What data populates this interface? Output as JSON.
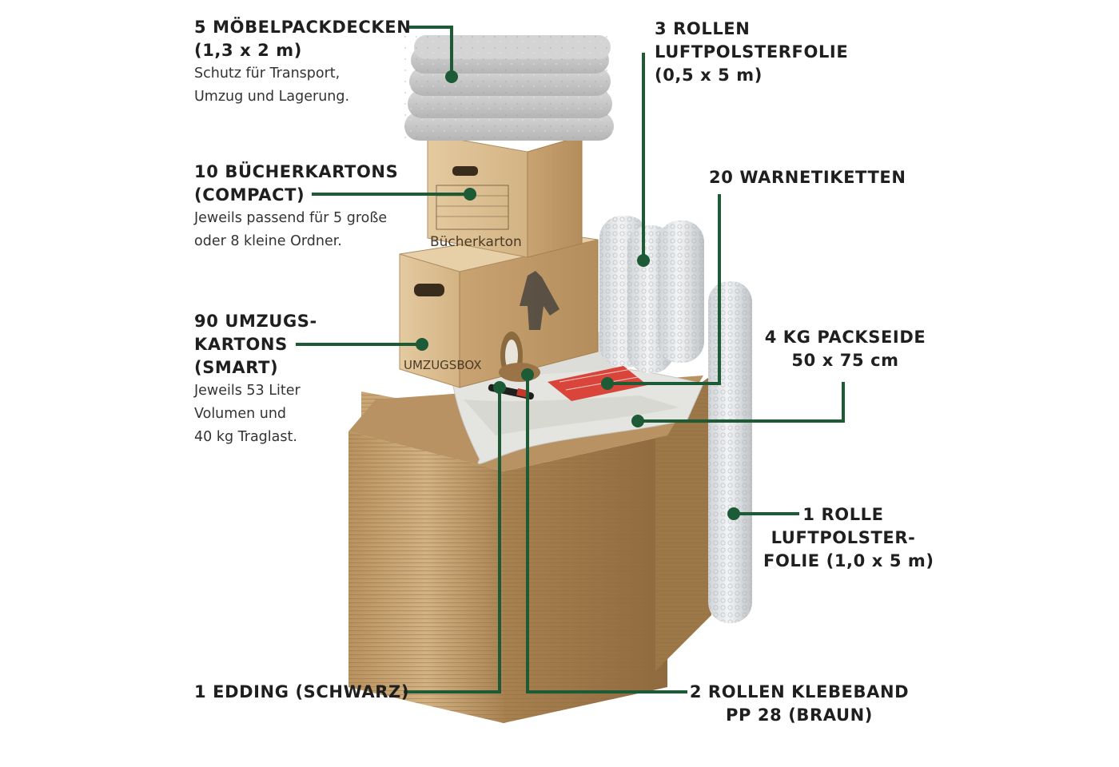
{
  "colors": {
    "accent": "#1d5a36",
    "cardboard": "#c9a97a",
    "bubble": "#e3e6e8",
    "blanket": "#c9c9c9"
  },
  "product_photo": {
    "box_prints": [
      "Bücherkarton",
      "UMZUGSBOX"
    ]
  },
  "labels": {
    "blankets": {
      "title1": "5 MÖBELPACKDECKEN",
      "title2": "(1,3 x 2 m)",
      "desc1": "Schutz für Transport,",
      "desc2": "Umzug und Lagerung."
    },
    "book_boxes": {
      "title1": "10 BÜCHERKARTONS",
      "title2": "(COMPACT)",
      "desc1": "Jeweils passend für 5 große",
      "desc2": "oder 8 kleine Ordner."
    },
    "moving_boxes": {
      "title1": "90 UMZUGS-",
      "title2": "KARTONS",
      "title3": "(SMART)",
      "desc1": "Jeweils 53 Liter",
      "desc2": "Volumen und",
      "desc3": "40 kg Traglast."
    },
    "marker": {
      "title": "1 EDDING (SCHWARZ)"
    },
    "bubble_wrap_small": {
      "title1": "3 ROLLEN",
      "title2": "LUFTPOLSTERFOLIE",
      "title3": "(0,5 x 5 m)"
    },
    "warning_labels": {
      "title": "20 WARNETIKETTEN"
    },
    "tissue_paper": {
      "title1": "4 KG PACKSEIDE",
      "title2": "50 x 75 cm"
    },
    "bubble_wrap_large": {
      "title1": "1 ROLLE",
      "title2": "LUFTPOLSTER-",
      "title3": "FOLIE (1,0 x 5 m)"
    },
    "tape": {
      "title1": "2 ROLLEN KLEBEBAND",
      "title2": "PP 28 (BRAUN)"
    }
  }
}
